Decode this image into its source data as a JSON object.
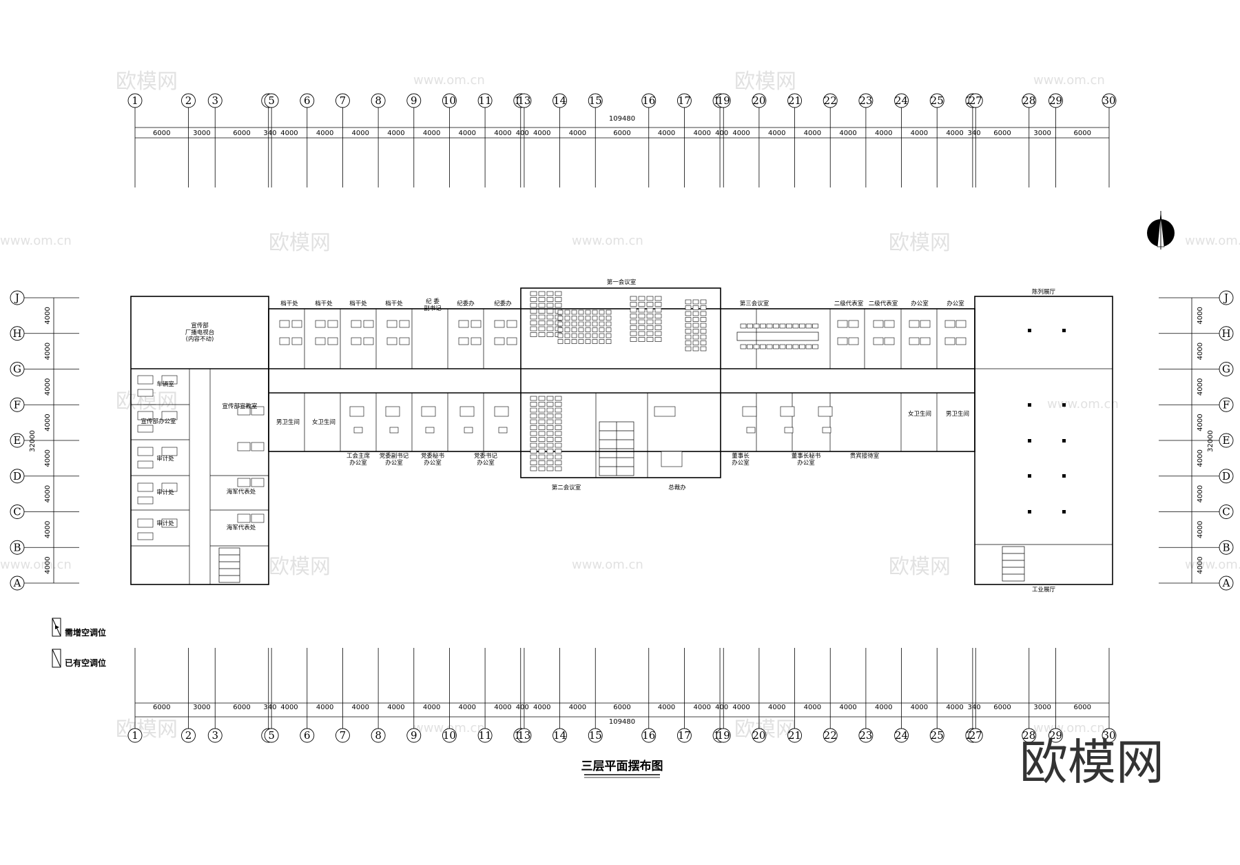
{
  "drawing": {
    "title": "三层平面摆布图",
    "total_dimension": "109480",
    "vertical_total": "32000",
    "brand": "欧模网",
    "watermarks": [
      "欧模网",
      "www.om.cn"
    ]
  },
  "axes": {
    "columns": [
      "1",
      "2",
      "3",
      "4",
      "5",
      "6",
      "7",
      "8",
      "9",
      "10",
      "11",
      "12",
      "13",
      "14",
      "15",
      "16",
      "17",
      "18",
      "19",
      "20",
      "21",
      "22",
      "23",
      "24",
      "25",
      "26",
      "27",
      "28",
      "29",
      "30"
    ],
    "column_spacings": [
      "6000",
      "3000",
      "6000",
      "340",
      "4000",
      "4000",
      "4000",
      "4000",
      "4000",
      "4000",
      "4000",
      "400",
      "4000",
      "4000",
      "6000",
      "4000",
      "4000",
      "400",
      "4000",
      "4000",
      "4000",
      "4000",
      "4000",
      "4000",
      "4000",
      "340",
      "6000",
      "3000",
      "6000"
    ],
    "rows": [
      "J",
      "H",
      "G",
      "F",
      "E",
      "D",
      "C",
      "B",
      "A"
    ],
    "row_spacings": [
      "4000",
      "4000",
      "4000",
      "4000",
      "4000",
      "4000",
      "4000",
      "4000"
    ]
  },
  "legend": [
    {
      "label": "需增空调位"
    },
    {
      "label": "已有空调位"
    }
  ],
  "rooms": {
    "r1": "宣传部\n厂播电视台\n(内容不动)",
    "r2": "档干处",
    "r3": "档干处",
    "r4": "档干处",
    "r5": "档干处",
    "r6": "纪 委\n副书记",
    "r7": "纪委办",
    "r8": "纪委办",
    "r9": "第一会议室",
    "r10": "第三会议室",
    "r11": "二级代表室",
    "r12": "二级代表室",
    "r13": "办公室",
    "r14": "办公室",
    "r15": "陈列展厅",
    "r16": "男卫生间",
    "r17": "女卫生间",
    "r18": "工会主席\n办公室",
    "r19": "党委副书记\n办公室",
    "r20": "党委秘书\n办公室",
    "r21": "党委书记\n办公室",
    "r22": "第二会议室",
    "r23": "总裁办",
    "r24": "董事长\n办公室",
    "r25": "董事长秘书\n办公室",
    "r26": "贵宾接待室",
    "r27": "女卫生间",
    "r28": "男卫生间",
    "r29": "工业展厅",
    "r30": "车辆室",
    "r31": "宣传部办公室",
    "r32": "审计处",
    "r33": "审计处",
    "r34": "审计处",
    "r35": "宣传部宣教室",
    "r36": "海军代表处",
    "r37": "海军代表处"
  }
}
